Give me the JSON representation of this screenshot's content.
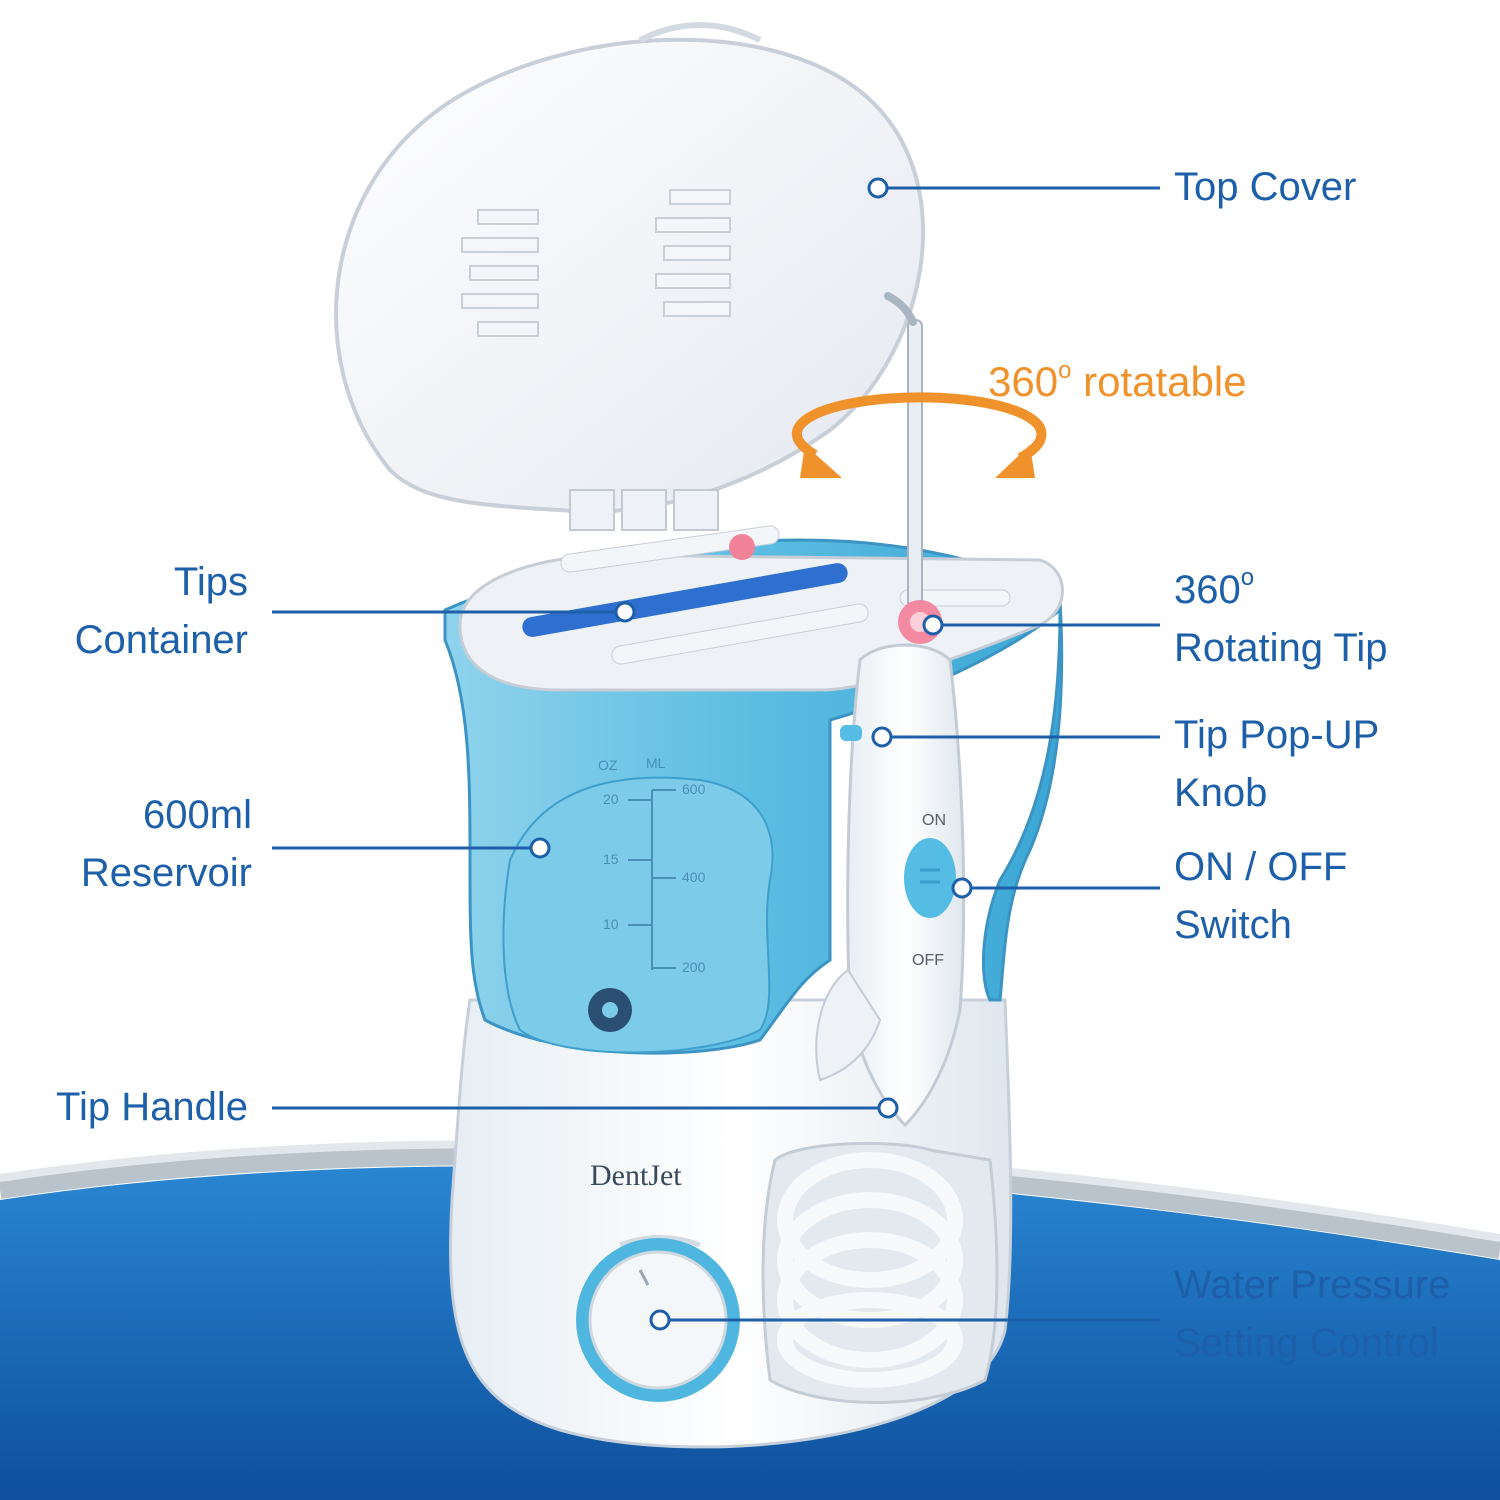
{
  "brand": "DentJet",
  "colors": {
    "label_blue": "#1d5fa8",
    "accent_orange": "#f0922b",
    "tank_blue": "#6cc4e4",
    "base_blue": "#1f6fbf"
  },
  "callouts": {
    "top_cover": "Top Cover",
    "rotatable": {
      "number": "360",
      "degree": "o",
      "text": " rotatable"
    },
    "tips_container": {
      "line1": "Tips",
      "line2": "Container"
    },
    "rotating_tip": {
      "number": "360",
      "degree": "o",
      "line2": "Rotating Tip"
    },
    "popup_knob": {
      "line1": "Tip Pop-UP",
      "line2": "Knob"
    },
    "reservoir": {
      "line1": "600ml",
      "line2": "Reservoir"
    },
    "switch": {
      "line1": "ON / OFF",
      "line2": "Switch"
    },
    "tip_handle": "Tip Handle",
    "pressure": {
      "line1": "Water Pressure",
      "line2": "Setting Control"
    }
  },
  "device_markings": {
    "on": "ON",
    "off": "OFF",
    "oz": "OZ",
    "ml": "ML",
    "oz_ticks": [
      "20",
      "15",
      "10"
    ],
    "ml_ticks": [
      "600",
      "400",
      "200"
    ]
  }
}
